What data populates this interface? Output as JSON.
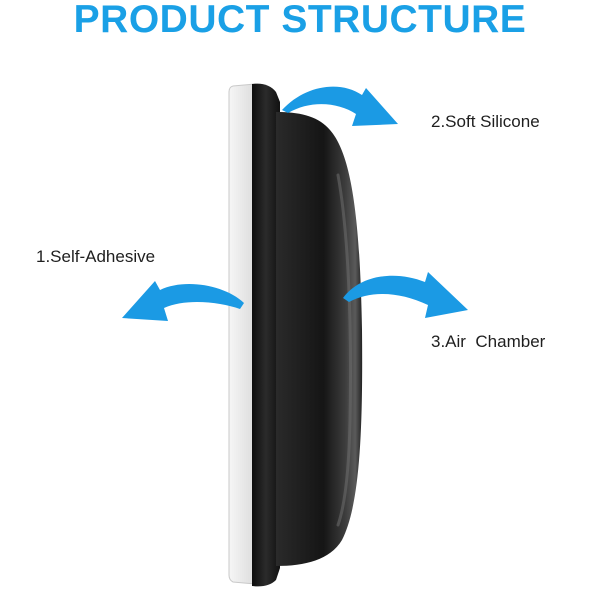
{
  "title": "PRODUCT STRUCTURE",
  "labels": {
    "self_adhesive": "1.Self-Adhesive",
    "soft_silicone": "2.Soft Silicone",
    "air_chamber": "3.Air  Chamber"
  },
  "colors": {
    "title": "#1aa0e6",
    "arrow": "#1b9ae4",
    "silicone": "#1a1a1a",
    "adhesive": "#ececec"
  }
}
